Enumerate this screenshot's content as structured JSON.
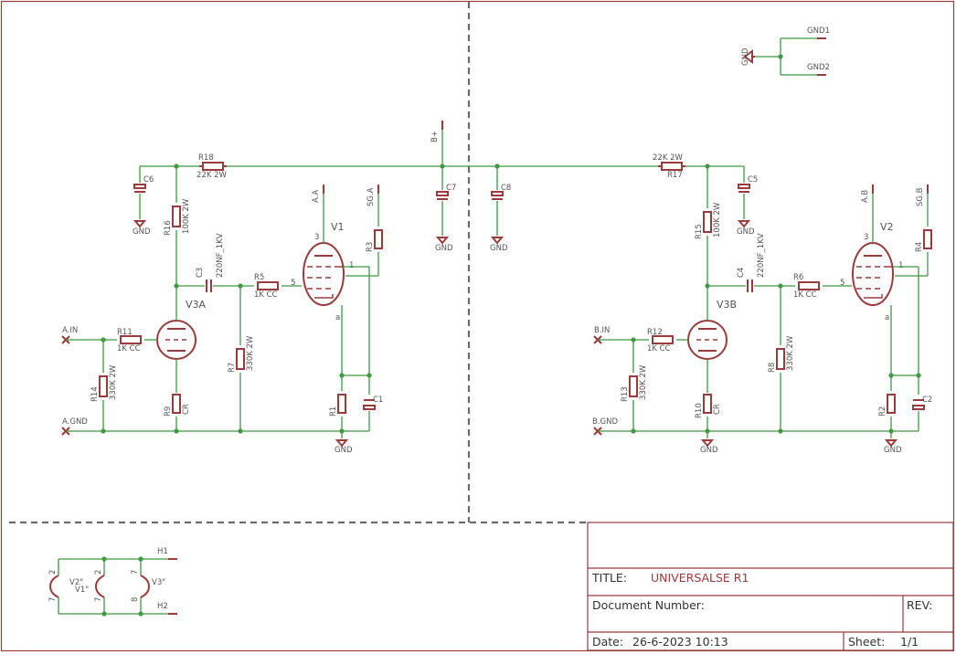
{
  "title_block": {
    "title_label": "TITLE:",
    "title_value": "UNIVERSALSE R1",
    "docnum_label": "Document Number:",
    "rev_label": "REV:",
    "date_label": "Date:",
    "date_value": "26-6-2023 10:13",
    "sheet_label": "Sheet:",
    "sheet_value": "1/1"
  },
  "ground_block": {
    "gnd": "GND",
    "gnd1": "GND1",
    "gnd2": "GND2"
  },
  "supply": {
    "bplus": "B+"
  },
  "channel_a": {
    "input": "A.IN",
    "ground": "A.GND",
    "anode": "A.A",
    "screen": "SG.A",
    "v3_name": "V3A",
    "v1_name": "V1",
    "r18_name": "R18",
    "r18_value": "22K 2W",
    "r16_name": "R16",
    "r16_value": "100K 2W",
    "c6_name": "C6",
    "c7_name": "C7",
    "c8_name": "C8",
    "c3_name": "C3",
    "c3_value": "220NF_1KV",
    "r5_name": "R5",
    "r5_value": "1K CC",
    "r11_name": "R11",
    "r11_value": "1K CC",
    "r14_name": "R14",
    "r14_value": "330K 2W",
    "r7_name": "R7",
    "r7_value": "330K 2W",
    "r9_name": "R9",
    "r9_value": "CR",
    "r1_name": "R1",
    "c1_name": "C1",
    "r3_name": "R3"
  },
  "channel_b": {
    "input": "B.IN",
    "ground": "B.GND",
    "anode": "A.B",
    "screen": "SG.B",
    "v3_name": "V3B",
    "v2_name": "V2",
    "r17_name": "R17",
    "r17_value": "22K 2W",
    "r15_name": "R15",
    "r15_value": "100K 2W",
    "c5_name": "C5",
    "c4_name": "C4",
    "c4_value": "220NF_1KV",
    "r6_name": "R6",
    "r6_value": "1K CC",
    "r12_name": "R12",
    "r12_value": "1K CC",
    "r13_name": "R13",
    "r13_value": "330K 2W",
    "r8_name": "R8",
    "r8_value": "330K 2W",
    "r10_name": "R10",
    "r10_value": "CR",
    "r2_name": "R2",
    "c2_name": "C2",
    "r4_name": "R4"
  },
  "heater": {
    "h1": "H1",
    "h2": "H2",
    "v1h": "V1\"",
    "v2h": "V2\"",
    "v3h": "V3\""
  },
  "pins": {
    "p1": "1",
    "p3": "3",
    "p5": "5",
    "p7": "7",
    "p8": "8",
    "p2": "2",
    "pa": "a"
  }
}
